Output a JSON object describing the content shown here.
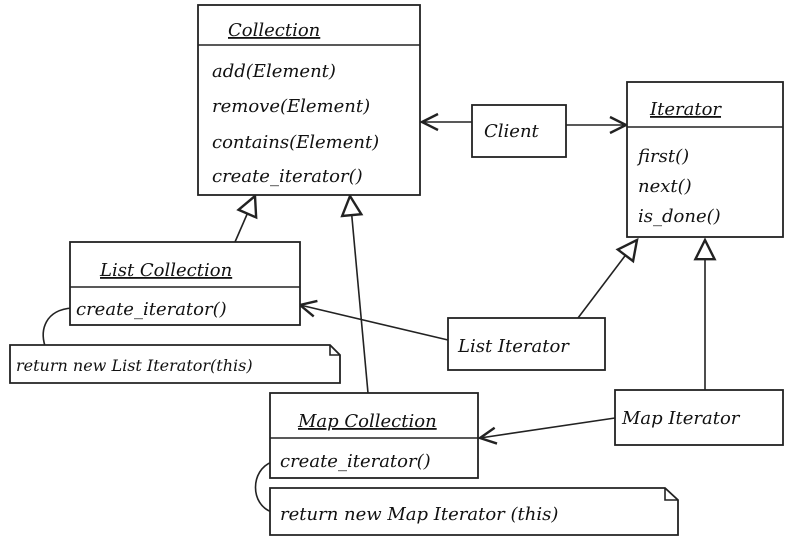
{
  "classes": {
    "collection": {
      "name": "Collection",
      "methods": [
        "add(Element)",
        "remove(Element)",
        "contains(Element)",
        "create_iterator()"
      ]
    },
    "client": {
      "name": "Client"
    },
    "iterator": {
      "name": "Iterator",
      "methods": [
        "first()",
        "next()",
        "is_done()"
      ]
    },
    "list_collection": {
      "name": "List Collection",
      "methods": [
        "create_iterator()"
      ]
    },
    "list_iterator": {
      "name": "List Iterator"
    },
    "map_collection": {
      "name": "Map Collection",
      "methods": [
        "create_iterator()"
      ]
    },
    "map_iterator": {
      "name": "Map Iterator"
    }
  },
  "notes": {
    "list_note": "return new List Iterator(this)",
    "map_note": "return new Map Iterator (this)"
  }
}
